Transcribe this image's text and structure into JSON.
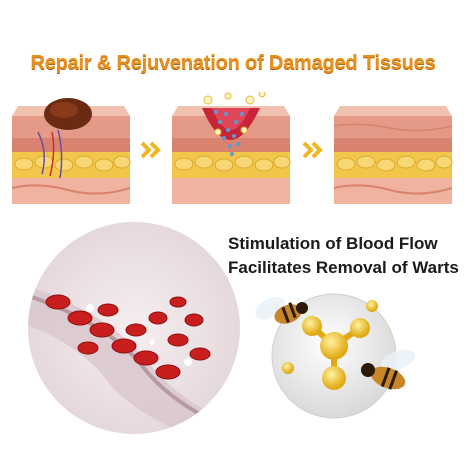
{
  "header": {
    "title": "Repair & Rejuvenation of Damaged Tissues"
  },
  "stages": [
    {
      "icon": "skin-wound-icon"
    },
    {
      "icon": "skin-healing-icon"
    },
    {
      "icon": "skin-repaired-icon"
    }
  ],
  "arrows": [
    {
      "icon": "double-chevron-right-icon"
    },
    {
      "icon": "double-chevron-right-icon"
    }
  ],
  "benefit": {
    "line1": "Stimulation of Blood Flow",
    "line2": "Facilitates Removal of Warts"
  },
  "colors": {
    "title": "#e8901c",
    "arrow": "#f2b51e",
    "skin_top": "#e7a08a",
    "skin_fat": "#f2c64a",
    "blood": "#c81e1e",
    "molecule": "#f4c21a"
  }
}
